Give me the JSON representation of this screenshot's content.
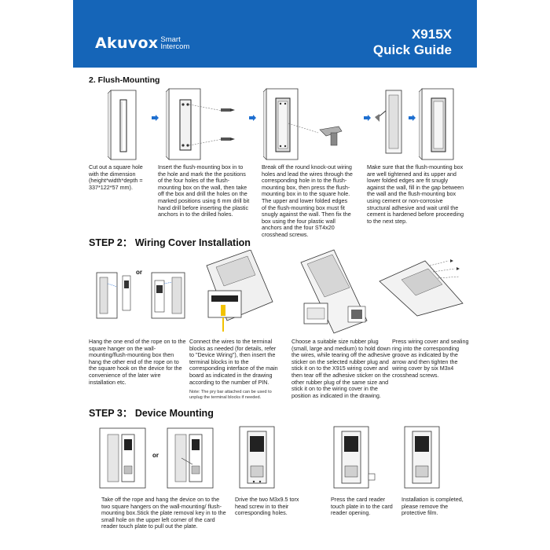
{
  "header": {
    "brand": "Akuvox",
    "brand_sub_line1": "Smart",
    "brand_sub_line2": "Intercom",
    "model": "X915X",
    "guide": "Quick Guide"
  },
  "section_flush": {
    "title": "2. Flush-Mounting",
    "captions": [
      "Cut out a square hole with the dimension (height*width*depth = 337*122*57 mm).",
      "Insert the flush-mounting box in to the hole and mark the the positions of the four holes of the flush-mounting box on the wall, then take off the box and drill the holes on the marked positions using 6 mm drill bit hand drill before inserting the plastic anchors in to the drilled holes.",
      "Break off the round knock-out wiring holes and lead the wires through the corresponding hole in to the flush-mounting box, then press the flush-mounting box in to the square hole. The upper and lower folded edges of the flush-mounting box must fit snugly against the wall. Then fix the box using the four plastic wall anchors and the four ST4x20 crosshead screws.",
      "Make sure that the flush-mounting box are well tightened and its upper and lower folded edges are fit snugly against the wall, fill in the gap between the wall and the flush-mounting box using cement or non-corrosive structural adhesive and wait until the cement is hardened before proceeding to the next step."
    ]
  },
  "section_wiring": {
    "title": "STEP 2： Wiring Cover Installation",
    "or_label": "or",
    "captions": [
      "Hang the one end of the rope on to the square hanger on the wall-mounting/flush-mounting box then hang the other end of the rope on to the square hook on the device for the convenience of the later wire installation etc.",
      "Connect the wires to the terminal blocks as needed (for details, refer to \"Device Wiring\"), then insert the terminal blocks in to the corresponding interface of the main board as indicated in the drawing according to the number of PIN.",
      "Choose a suitable size rubber plug (small, large and medium) to hold down the wires, while tearing off the adhesive sticker on the selected rubber plug and stick it on to the X915 wiring cover and then tear off the adhesive sticker on the other rubber plug of the same size and stick it on to the wiring cover in the position as indicated in the drawing.",
      "Press wiring cover and sealing ring into the corresponding groove as indicated by the arrow and then tighten the wiring cover by six M3x4 crosshead screws."
    ],
    "note": "Note: The pry bar attached can be used to unplug the terminal blocks if needed."
  },
  "section_device": {
    "title": "STEP 3： Device Mounting",
    "or_label": "or",
    "captions": [
      "Take off the rope and hang the device on to the two square hangers on the wall-mounting/ flush-mounting box.Stick the plate removal key in to the small hole on the upper left corner of the card reader touch plate to pull out the plate.",
      "Drive the two M3x9.5 torx head screw in to their corresponding holes.",
      "Press the card reader touch plate in to the card reader opening.",
      "Installation is completed, please remove the protective film."
    ]
  },
  "colors": {
    "header_bg": "#1565b8",
    "arrow": "#1e6fd0",
    "text": "#1a1a1a"
  },
  "icons": [
    "arrow-right-icon"
  ]
}
